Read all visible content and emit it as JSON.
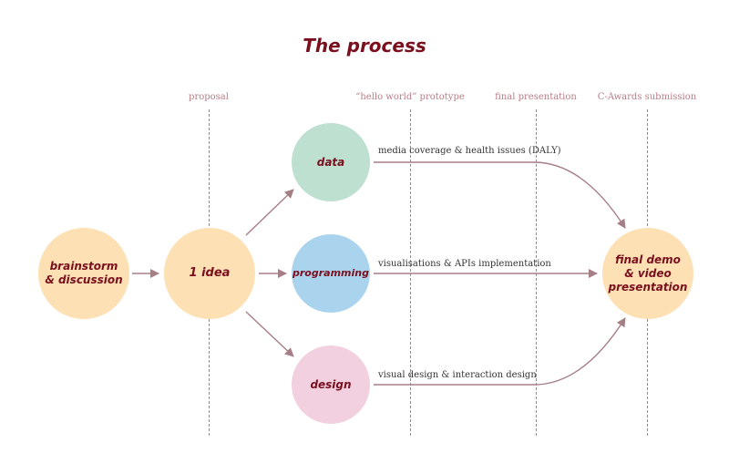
{
  "title": "The process",
  "milestones": [
    "proposal",
    "“hello world” prototype",
    "final presentation",
    "C-Awards submission"
  ],
  "nodes": {
    "brainstorm": "brainstorm\n& discussion",
    "idea": "1 idea",
    "data": "data",
    "programming": "programming",
    "design": "design",
    "final": "final demo\n& video\npresentation"
  },
  "edge_labels": {
    "data": "media coverage & health issues (DALY)",
    "programming": "visualisations & APIs implementation",
    "design": "visual design & interaction design"
  },
  "colors": {
    "title": "#7a0f1e",
    "orange_node": "#fde0b3",
    "data_node": "#bde0d1",
    "programming_node": "#aad4ee",
    "design_node": "#f2d0df",
    "arrow": "#a67e86"
  }
}
